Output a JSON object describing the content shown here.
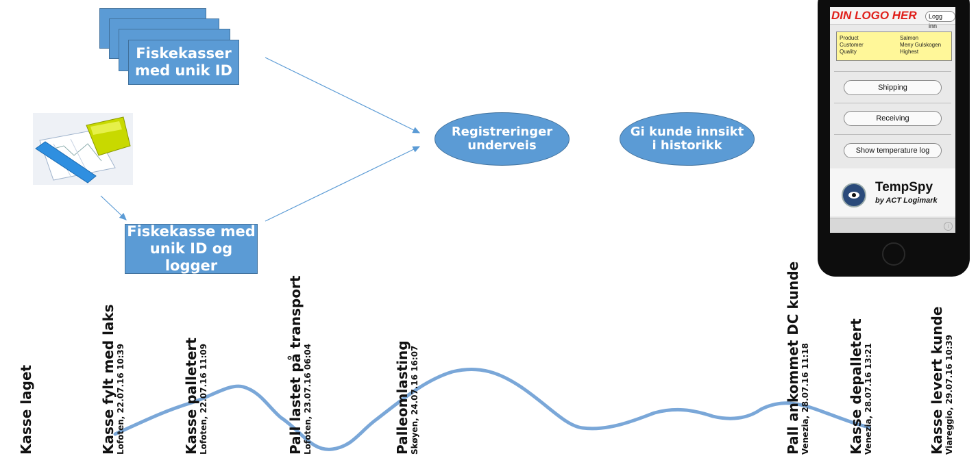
{
  "boxes": {
    "fiskekasser": "Fiskekasser\nmed unik ID",
    "fiskekasse_logger": "Fiskekasse med\nunik ID og logger"
  },
  "ellipses": {
    "registreringer": "Registreringer\nunderveis",
    "gi_kunde": "Gi kunde innsikt\ni historikk"
  },
  "timeline": [
    {
      "title": "Kasse laget",
      "sub": ""
    },
    {
      "title": "Kasse fylt med laks",
      "sub": "Lofoten, 22.07.16 10:39"
    },
    {
      "title": "Kasse palletert",
      "sub": "Lofoten, 22.07.16 11:09"
    },
    {
      "title": "Pall lastet på transport",
      "sub": "Lofoten, 23.07.16 06:04"
    },
    {
      "title": "Palleomlasting",
      "sub": "Skøyen, 24.07.16 16:07"
    },
    {
      "title": "Pall ankommet DC kunde",
      "sub": "Venezia, 28.07.16 11:18"
    },
    {
      "title": "Kasse depalletert",
      "sub": "Venezia, 28.07.16 13:21"
    },
    {
      "title": "Kasse levert kunde",
      "sub": "Viareggio, 29.07.16 10:39"
    }
  ],
  "app": {
    "logo": "DIN LOGO HER",
    "login": "Logg inn",
    "info": [
      {
        "key": "Product",
        "value": "Salmon"
      },
      {
        "key": "Customer",
        "value": "Meny Gulskogen"
      },
      {
        "key": "Quality",
        "value": "Highest"
      }
    ],
    "buttons": [
      "Shipping",
      "Receiving",
      "Show temperature log"
    ],
    "brand": "TempSpy",
    "brand_sub": "by ACT Logimark",
    "info_icon": "i"
  },
  "colors": {
    "box_fill": "#5b9bd5",
    "curve": "#7aa7d8",
    "arrow": "#5b9bd5",
    "logo_red": "#e0201b",
    "info_yellow": "#fff799"
  },
  "icons": {
    "logger_device": "temperature-logger-icon",
    "brand_logo": "tempspy-eye-icon"
  }
}
